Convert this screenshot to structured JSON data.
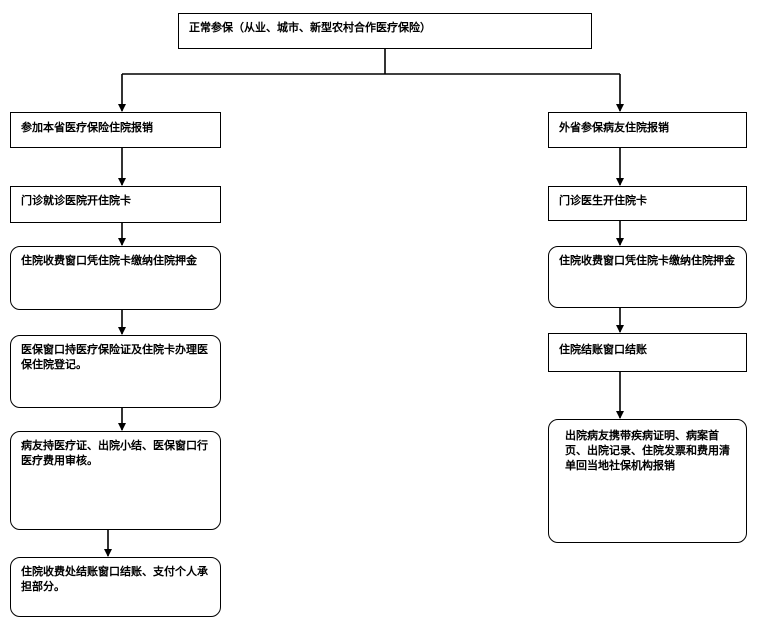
{
  "top": "正常参保（从业、城市、新型农村合作医疗保险）",
  "left": {
    "s1": "参加本省医疗保险住院报销",
    "s2": "门诊就诊医院开住院卡",
    "s3": "住院收费窗口凭住院卡缴纳住院押金",
    "s4": "医保窗口持医疗保险证及住院卡办理医保住院登记。",
    "s5": "病友持医疗证、出院小结、医保窗口行医疗费用审核。",
    "s6": "住院收费处结账窗口结账、支付个人承担部分。"
  },
  "right": {
    "s1": "外省参保病友住院报销",
    "s2": "门诊医生开住院卡",
    "s3": "住院收费窗口凭住院卡缴纳住院押金",
    "s4": "住院结账窗口结账",
    "s5": "出院病友携带疾病证明、病案首页、出院记录、住院发票和费用清单回当地社保机构报销"
  }
}
